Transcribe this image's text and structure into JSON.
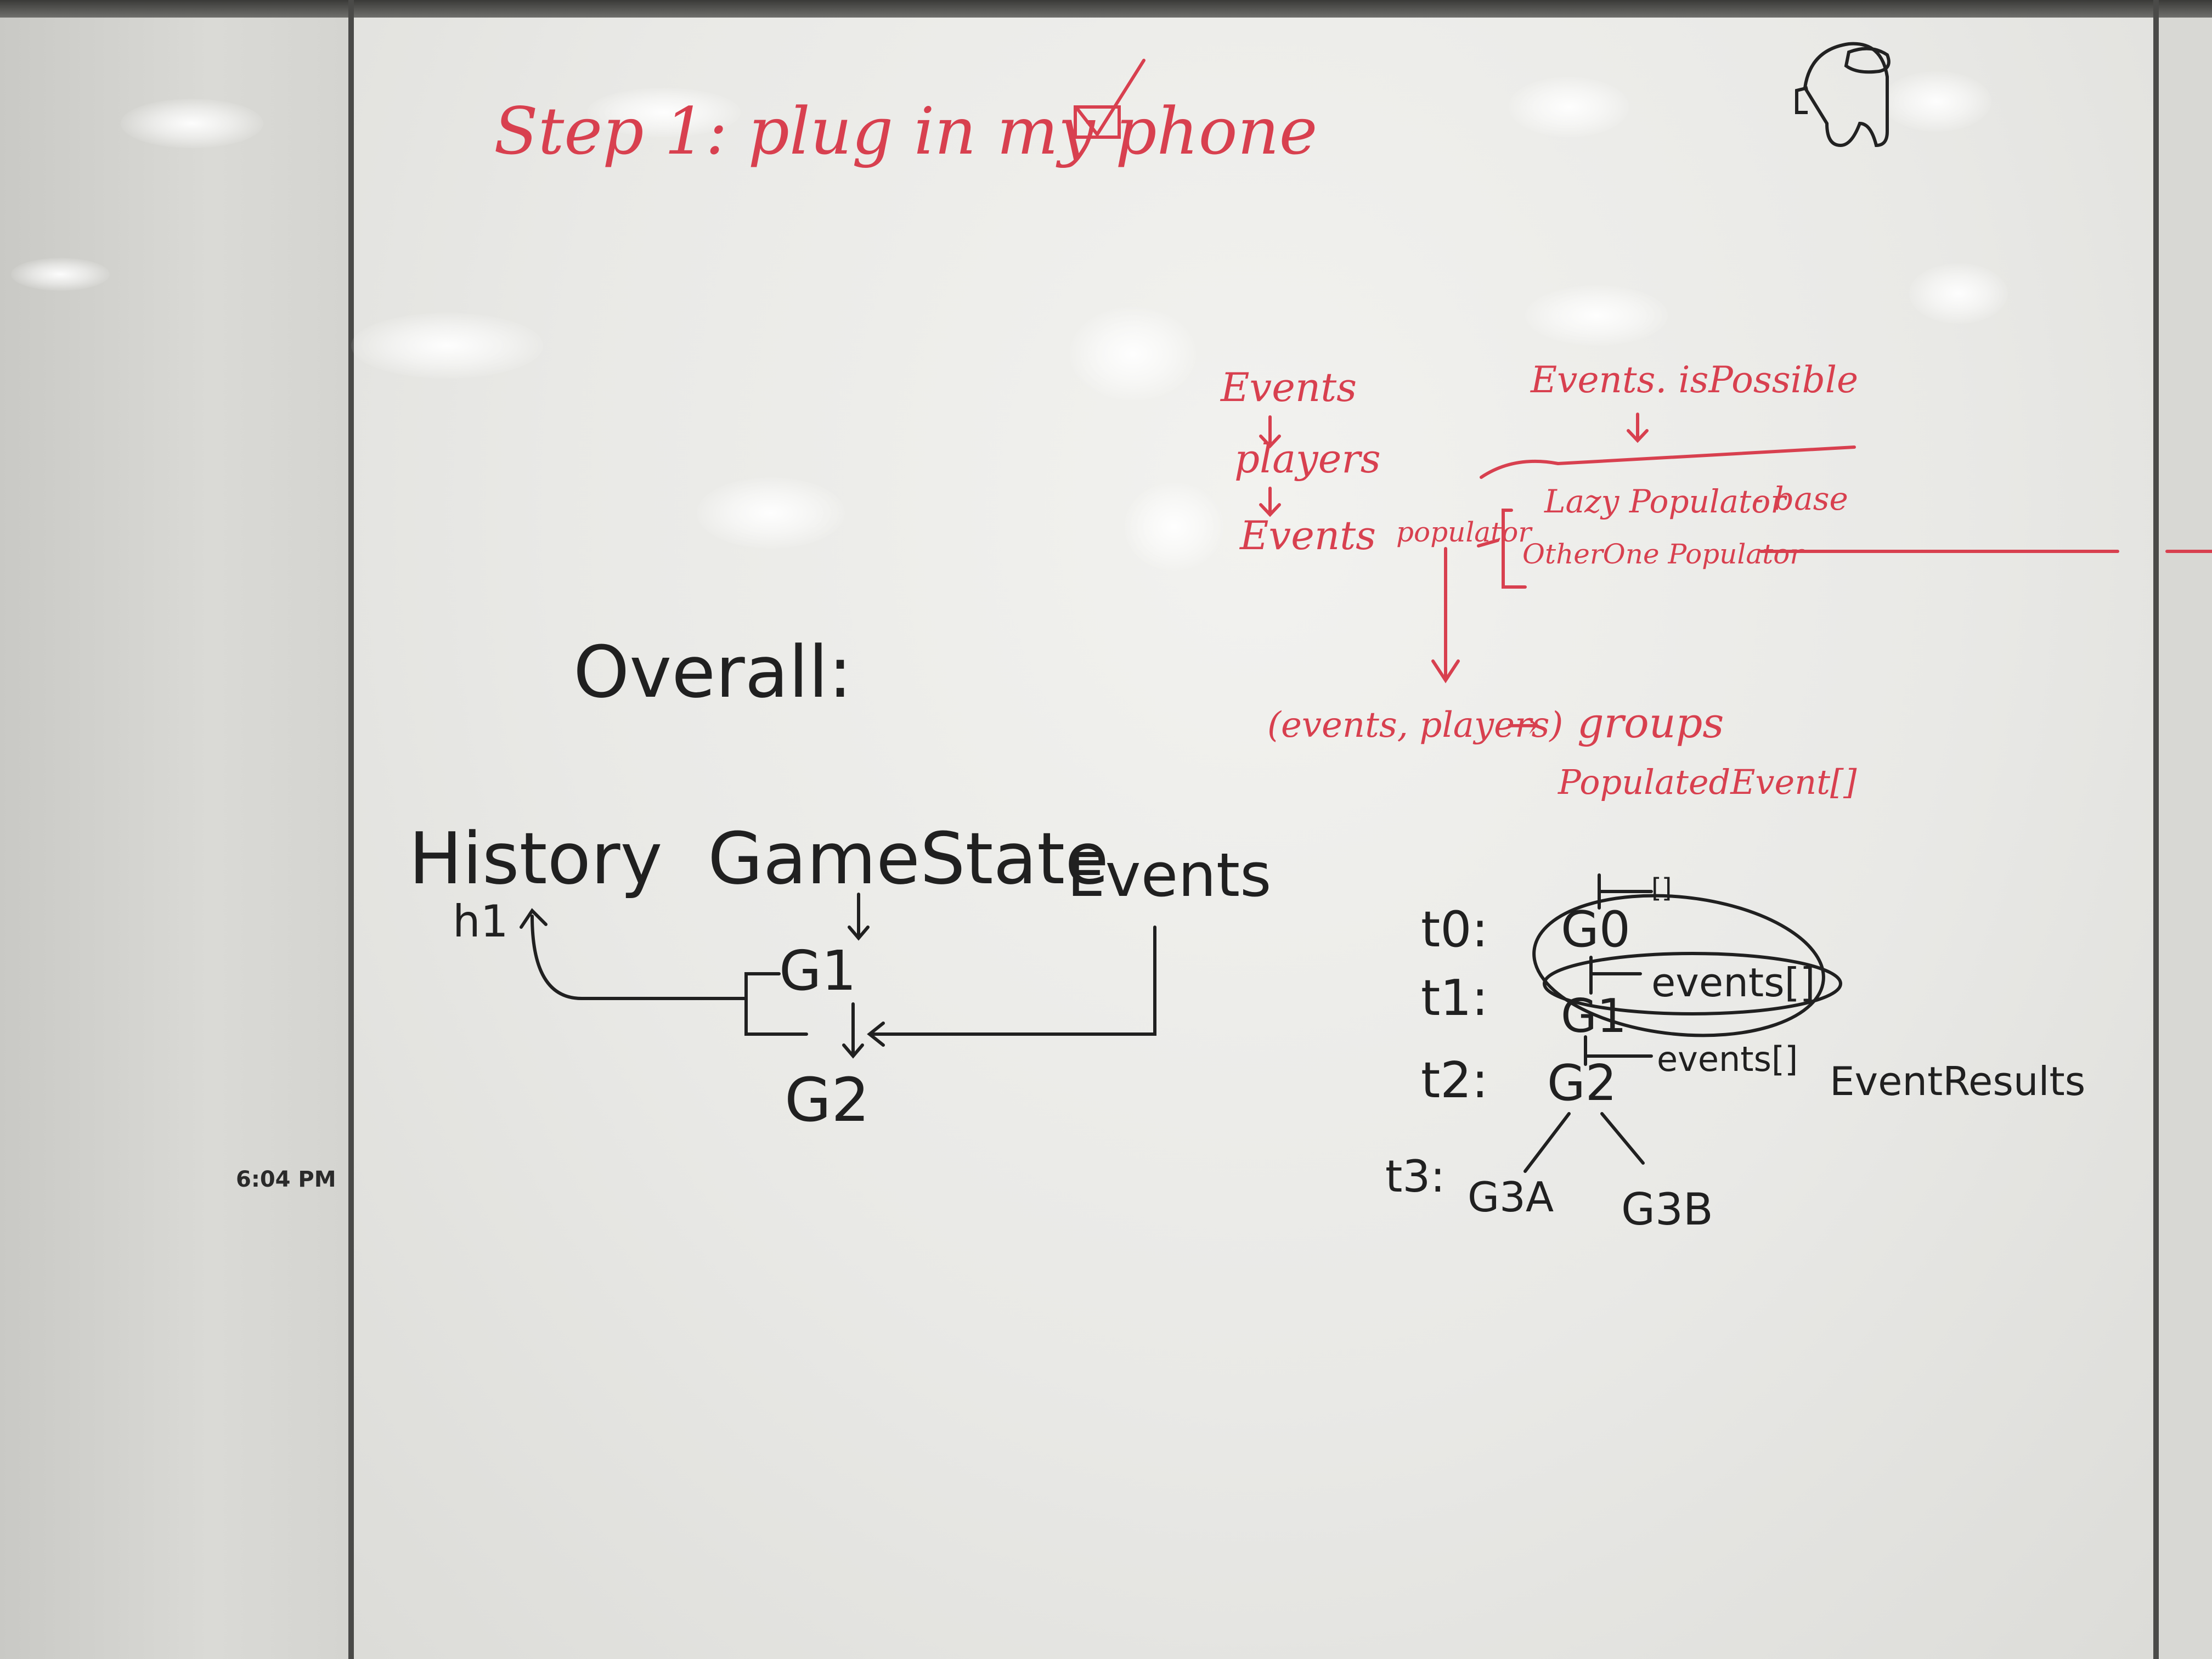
{
  "board": {
    "step_note": "Step 1: plug in my phone",
    "timestamp": "6:04 PM",
    "logo_icon": "crewmate-sketch-icon"
  },
  "red_diagram": {
    "events": "Events",
    "players": "players",
    "events_2": "Events",
    "populator": "populator",
    "is_possible": "Events. isPossible",
    "lazy_populator": "Lazy Populator",
    "base": "- base",
    "other_one_populator": "OtherOne Populator",
    "events_players": "(events, players)",
    "arrow": "→",
    "groups": "groups",
    "populated_event": "PopulatedEvent[]"
  },
  "overall": {
    "title": "Overall:",
    "history": "History",
    "h1": "h1",
    "game_state": "GameState",
    "events": "Events",
    "g1": "G1",
    "g2": "G2"
  },
  "timeline": {
    "t0": "t0:",
    "t1": "t1:",
    "t2": "t2:",
    "t3": "t3:",
    "g0": "G0",
    "g1": "G1",
    "g2": "G2",
    "g3a": "G3A",
    "g3b": "G3B",
    "events_1": "events[]",
    "events_2": "events[]",
    "event_results": "EventResults",
    "empty_bracket": "[]"
  },
  "colors": {
    "red_marker": "#d8404f",
    "black_marker": "#202020"
  }
}
